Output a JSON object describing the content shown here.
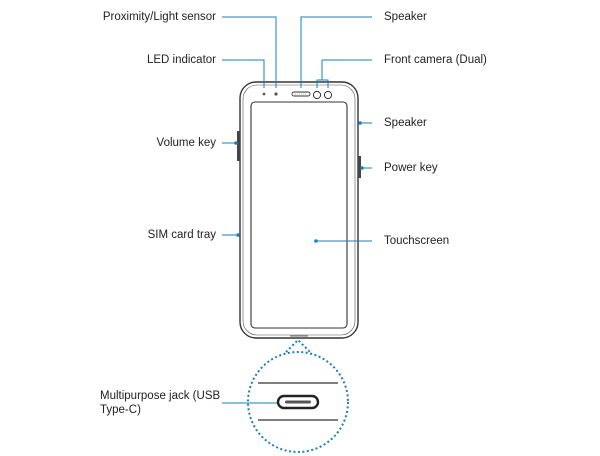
{
  "labels": {
    "proximity_sensor": "Proximity/Light sensor",
    "led_indicator": "LED indicator",
    "volume_key": "Volume key",
    "sim_tray": "SIM card tray",
    "multipurpose_jack_line1": "Multipurpose jack (USB",
    "multipurpose_jack_line2": "Type-C)",
    "speaker_top": "Speaker",
    "front_camera": "Front camera (Dual)",
    "speaker_side": "Speaker",
    "power_key": "Power key",
    "touchscreen": "Touchscreen"
  },
  "colors": {
    "leader_line": "#1a7fb8",
    "device_outline": "#333333",
    "zoom_circle": "#1a7fb8"
  }
}
